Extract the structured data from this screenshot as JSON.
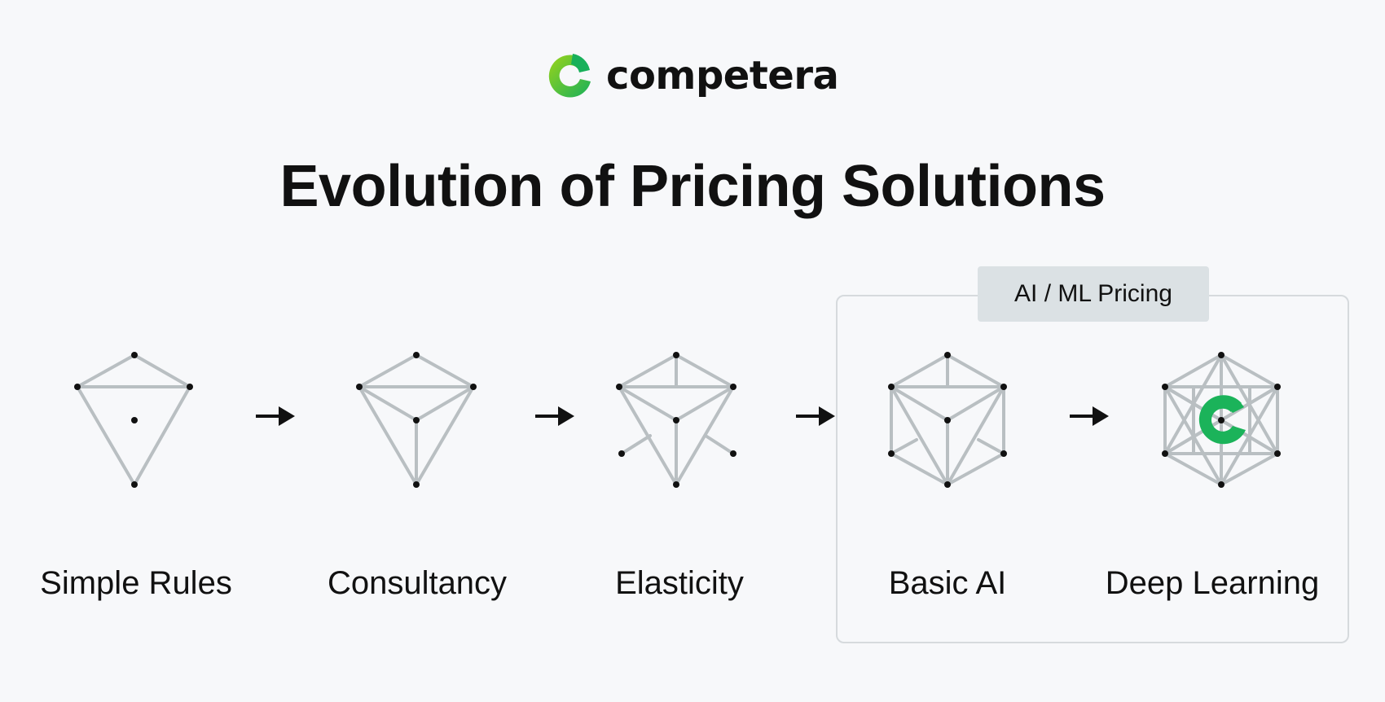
{
  "brand": {
    "name": "competera",
    "colors": {
      "green": "#1bb35a",
      "lime": "#8fd11a"
    }
  },
  "title": "Evolution of Pricing Solutions",
  "group": {
    "label": "AI / ML Pricing"
  },
  "stages": [
    {
      "label": "Simple Rules"
    },
    {
      "label": "Consultancy"
    },
    {
      "label": "Elasticity"
    },
    {
      "label": "Basic AI"
    },
    {
      "label": "Deep Learning"
    }
  ],
  "colors": {
    "line": "#b9bfc2",
    "node": "#111111",
    "arrow": "#111111",
    "background": "#f7f8fa"
  },
  "icons": [
    "logo-mark-icon",
    "arrow-right-icon"
  ]
}
